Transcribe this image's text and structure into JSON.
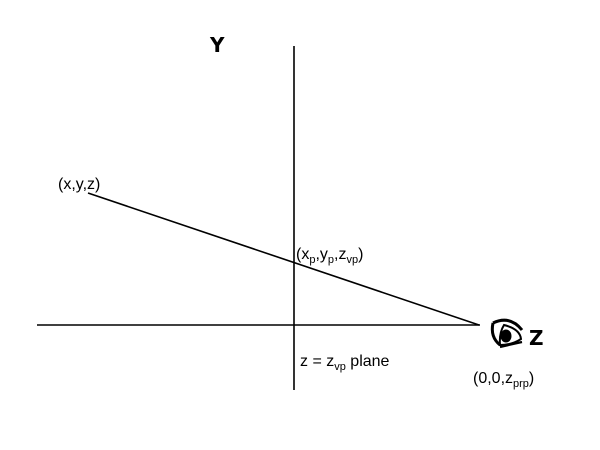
{
  "axes": {
    "y_label": "Y",
    "z_label": "Z"
  },
  "labels": {
    "object_point": "(x,y,z)",
    "projected_point": {
      "open": "(x",
      "sub_x": "p",
      "sep1": ",y",
      "sub_y": "p",
      "sep2": ",z",
      "sub_z": "vp",
      "close": ")"
    },
    "plane": {
      "prefix": "z = z",
      "sub": "vp",
      "suffix": " plane"
    },
    "prp": {
      "open": "(0,0,z",
      "sub": "prp",
      "close": ")"
    }
  },
  "icons": {
    "viewer": "eye-icon"
  },
  "colors": {
    "line": "#000000",
    "background": "#ffffff"
  }
}
